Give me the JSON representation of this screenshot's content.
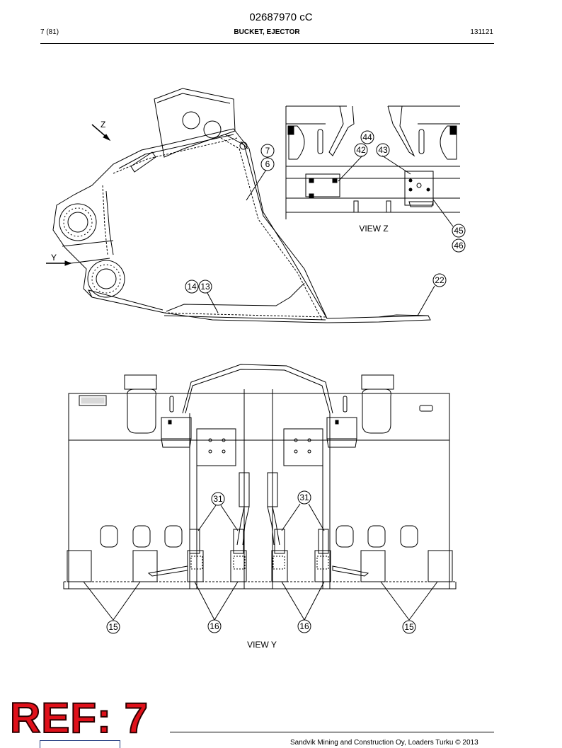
{
  "header": {
    "doc_number": "02687970 cC",
    "page": "7 (81)",
    "section_title": "BUCKET, EJECTOR",
    "date_code": "131121"
  },
  "views": {
    "z_marker": "Z",
    "y_marker": "Y",
    "view_z_label": "VIEW Z",
    "view_y_label": "VIEW Y"
  },
  "callouts": {
    "c44": "44",
    "c42": "42",
    "c43": "43",
    "c7": "7",
    "c6": "6",
    "c45": "45",
    "c46": "46",
    "c22": "22",
    "c14": "14",
    "c13": "13",
    "c31a": "31",
    "c31b": "31",
    "c15a": "15",
    "c16a": "16",
    "c16b": "16",
    "c15b": "15"
  },
  "watermark": {
    "ref_text": "REF: 7"
  },
  "footer": {
    "copyright": "Sandvik Mining and Construction Oy, Loaders Turku © 2013"
  },
  "colors": {
    "ref_red": "#e0101a",
    "logo_blue": "#203a80"
  }
}
